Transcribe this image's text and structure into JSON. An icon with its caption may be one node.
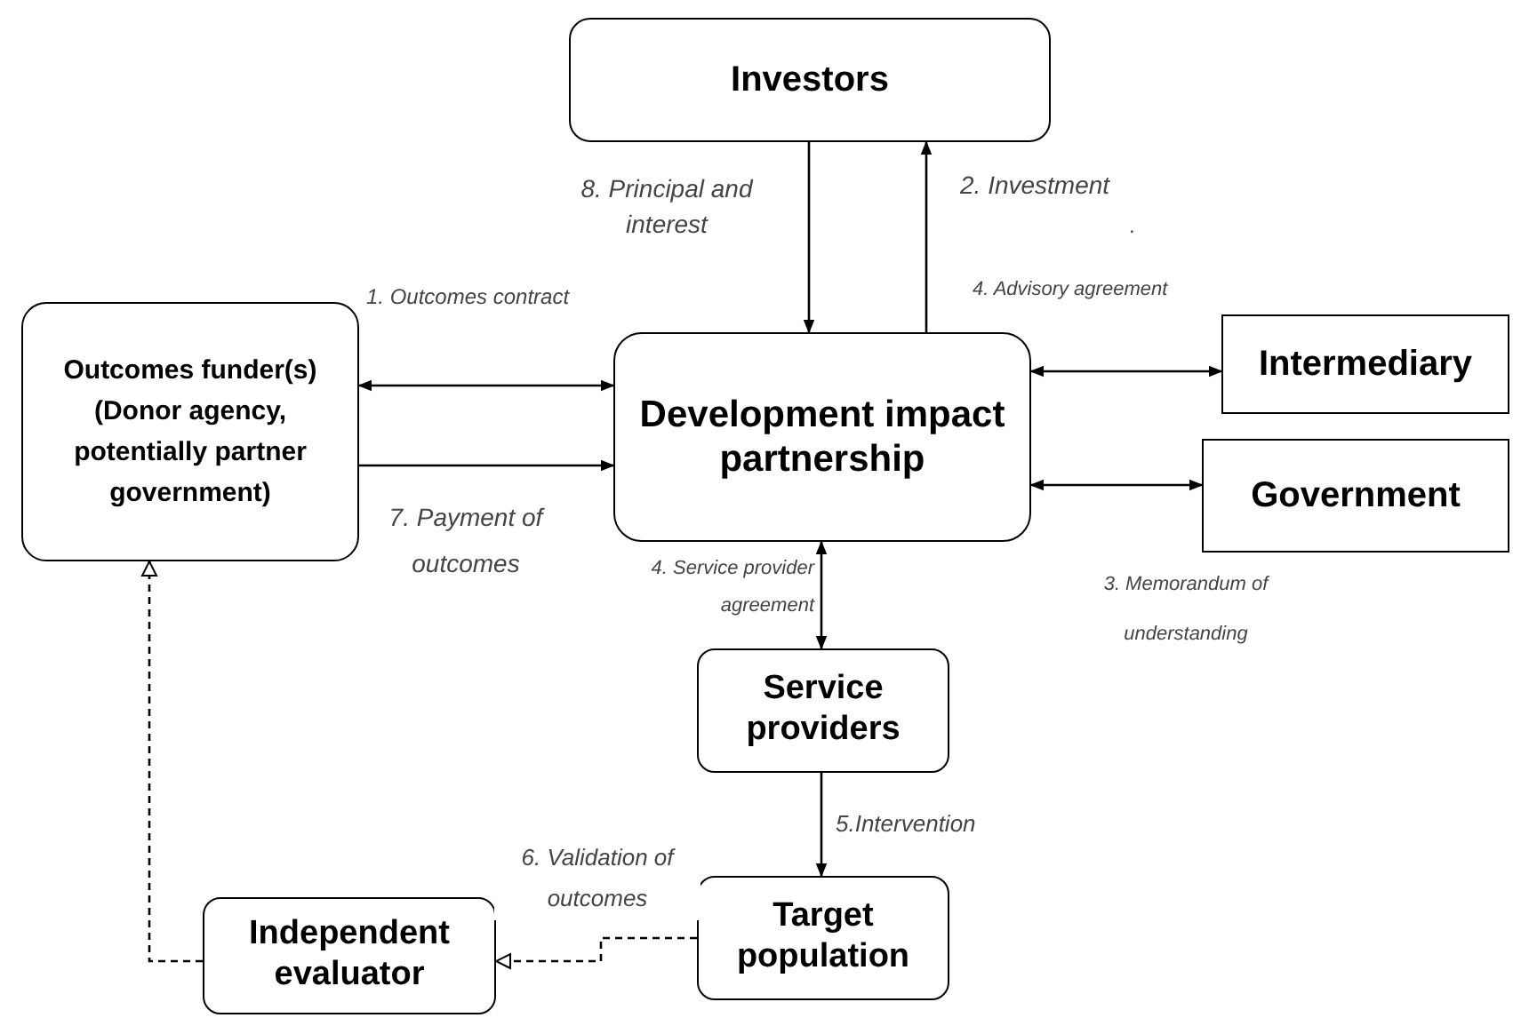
{
  "diagram": {
    "nodes": [
      {
        "text": [
          "Investors"
        ]
      },
      {
        "text": [
          "Outcomes funder(s)",
          "(Donor agency, potentially partner government)"
        ]
      },
      {
        "text": [
          "Development impact partnership"
        ]
      },
      {
        "text": [
          "Intermediary"
        ]
      },
      {
        "text": [
          "Government"
        ]
      },
      {
        "text": [
          "Service providers"
        ]
      },
      {
        "text": [
          "Target population"
        ]
      },
      {
        "text": [
          "Independent evaluator"
        ]
      }
    ],
    "edges": [
      {
        "from": 0,
        "to": 2,
        "arrow": "to",
        "label": "8. Principal and interest"
      },
      {
        "from": 2,
        "to": 0,
        "arrow": "to",
        "label": "2. Investment"
      },
      {
        "from": 1,
        "to": 2,
        "arrow": "both",
        "label": "1. Outcomes contract"
      },
      {
        "from": 1,
        "to": 2,
        "arrow": "to",
        "label": "7. Payment of outcomes"
      },
      {
        "from": 2,
        "to": 3,
        "arrow": "both",
        "label": "4. Advisory agreement"
      },
      {
        "from": 2,
        "to": 4,
        "arrow": "both",
        "label": "3. Memorandum of understanding"
      },
      {
        "from": 2,
        "to": 5,
        "arrow": "both",
        "label": "4. Service provider agreement"
      },
      {
        "from": 5,
        "to": 6,
        "arrow": "to",
        "label": "5.Intervention"
      },
      {
        "from": 6,
        "to": 7,
        "arrow": "to",
        "label": "6. Validation of outcomes",
        "style": "dashed"
      },
      {
        "from": 7,
        "to": 1,
        "arrow": "to",
        "style": "dashed"
      }
    ],
    "labels": [
      "."
    ]
  }
}
